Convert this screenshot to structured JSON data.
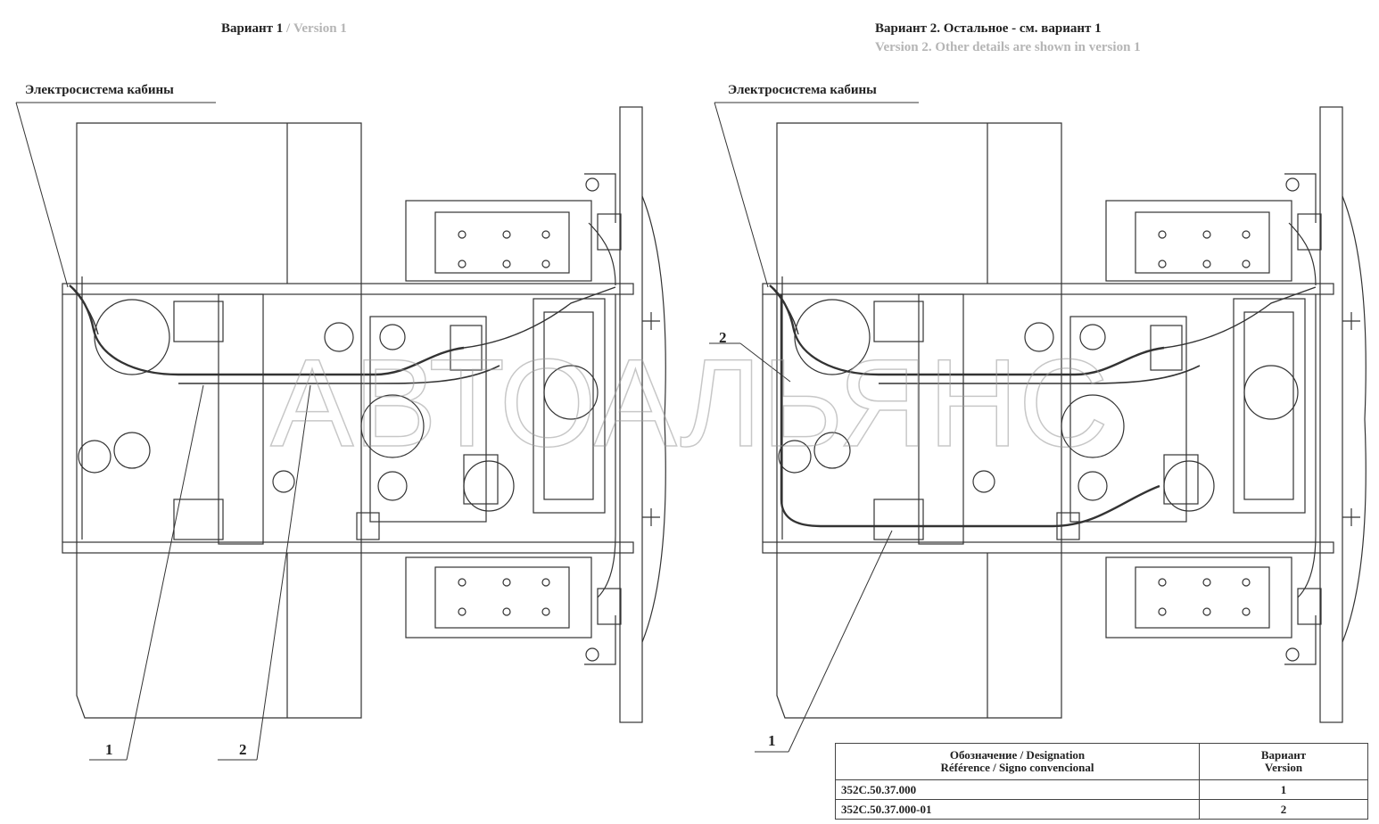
{
  "header": {
    "variant1_ru": "Вариант 1",
    "separator": " / ",
    "variant1_en": "Version 1",
    "variant2_ru": "Вариант 2. Остальное - см. вариант 1",
    "variant2_en": "Version 2. Other details are shown in version 1"
  },
  "labels": {
    "cab_electrics_left": "Электросистема кабины",
    "cab_electrics_right": "Электросистема кабины"
  },
  "callouts": {
    "left_1": "1",
    "left_2": "2",
    "right_1": "1",
    "right_2": "2"
  },
  "spec_table": {
    "col1_line1": "Обозначение / Designation",
    "col1_line2": "Référence / Signo convencional",
    "col2_line1": "Вариант",
    "col2_line2": "Version",
    "rows": [
      {
        "designation": "352С.50.37.000",
        "version": "1"
      },
      {
        "designation": "352С.50.37.000-01",
        "version": "2"
      }
    ]
  },
  "watermark": "АВТОАЛЬЯНС"
}
